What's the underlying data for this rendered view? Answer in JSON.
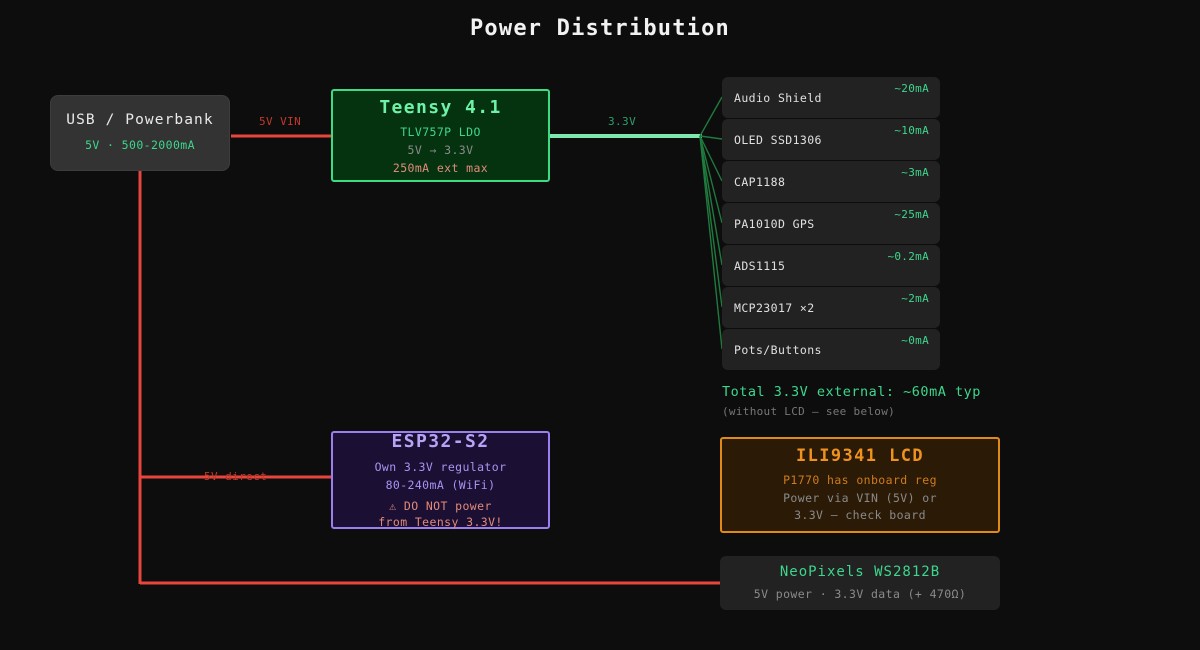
{
  "page": {
    "title": "Power Distribution",
    "background": "#0d0d0d"
  },
  "colors": {
    "rail_5v": "#e8453c",
    "rail_33v": "#7ee8b0",
    "fanout": "#1f7a3d",
    "accent_green": "#3dd68c",
    "accent_orange": "#f0921e",
    "accent_purple": "#b8a3f7",
    "warn": "#e08b7a"
  },
  "nodes": {
    "usb": {
      "title": "USB / Powerbank",
      "sub": "5V · 500-2000mA"
    },
    "teensy": {
      "title": "Teensy 4.1",
      "line1": "TLV757P LDO",
      "line2": "5V → 3.3V",
      "line3": "250mA ext max"
    },
    "esp32": {
      "title": "ESP32-S2",
      "line1": "Own 3.3V regulator",
      "line2": "80-240mA (WiFi)",
      "line3": "⚠ DO NOT power",
      "line4": "from Teensy 3.3V!"
    },
    "lcd": {
      "title": "ILI9341 LCD",
      "line1": "P1770 has onboard reg",
      "line2": "Power via VIN (5V) or",
      "line3": "3.3V — check board"
    },
    "neopixels": {
      "title": "NeoPixels WS2812B",
      "sub": "5V power · 3.3V data (+ 470Ω)"
    }
  },
  "wires": {
    "vin_label": "5V VIN",
    "rail33_label": "3.3V",
    "direct_label": "5V direct"
  },
  "peripherals": [
    {
      "name": "Audio Shield",
      "current": "~20mA"
    },
    {
      "name": "OLED SSD1306",
      "current": "~10mA"
    },
    {
      "name": "CAP1188",
      "current": "~3mA"
    },
    {
      "name": "PA1010D GPS",
      "current": "~25mA"
    },
    {
      "name": "ADS1115",
      "current": "~0.2mA"
    },
    {
      "name": "MCP23017 ×2",
      "current": "~2mA"
    },
    {
      "name": "Pots/Buttons",
      "current": "~0mA"
    }
  ],
  "totals": {
    "line": "Total 3.3V external: ~60mA typ",
    "note": "(without LCD — see below)"
  }
}
